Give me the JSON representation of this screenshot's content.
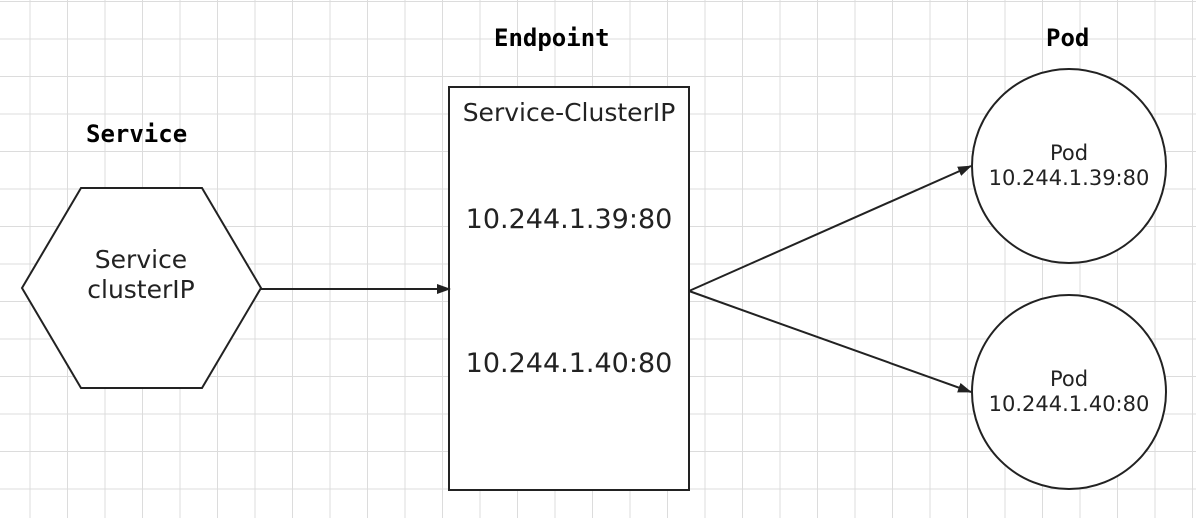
{
  "headings": {
    "service": "Service",
    "endpoint": "Endpoint",
    "pod": "Pod"
  },
  "service_node": {
    "line1": "Service",
    "line2": "clusterIP"
  },
  "endpoint_box": {
    "title": "Service-ClusterIP",
    "addresses": [
      "10.244.1.39:80",
      "10.244.1.40:80"
    ]
  },
  "pods": [
    {
      "name": "Pod",
      "address": "10.244.1.39:80"
    },
    {
      "name": "Pod",
      "address": "10.244.1.40:80"
    }
  ],
  "colors": {
    "stroke": "#222222",
    "grid": "#dcdcdc",
    "background": "#ffffff"
  }
}
